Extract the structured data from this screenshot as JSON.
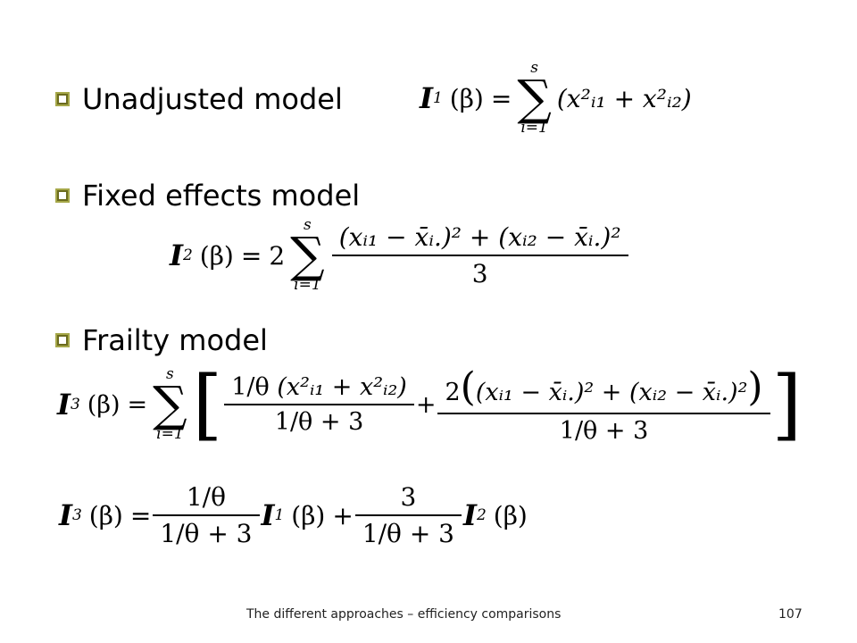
{
  "slide": {
    "bullets": [
      {
        "label": "Unadjusted model"
      },
      {
        "label": "Fixed effects model"
      },
      {
        "label": "Frailty model"
      }
    ],
    "footer": {
      "title": "The different approaches – efficiency comparisons",
      "page_number": "107"
    }
  },
  "math": {
    "beta": "(β)",
    "eq": "=",
    "plus": "+",
    "two": "2",
    "three": "3",
    "s": "s",
    "i_eq_1": "i=1",
    "sigma": "∑",
    "I": "I",
    "one": "1",
    "sub_3": "3",
    "sub_2": "2",
    "one_over_theta": "1/θ",
    "one_over_theta_plus_3": "1/θ + 3",
    "sum_sq_x": "(x²ᵢ₁ + x²ᵢ₂)",
    "fe_numerator": "(xᵢ₁ − x̄ᵢ.)² + (xᵢ₂ − x̄ᵢ.)²"
  }
}
